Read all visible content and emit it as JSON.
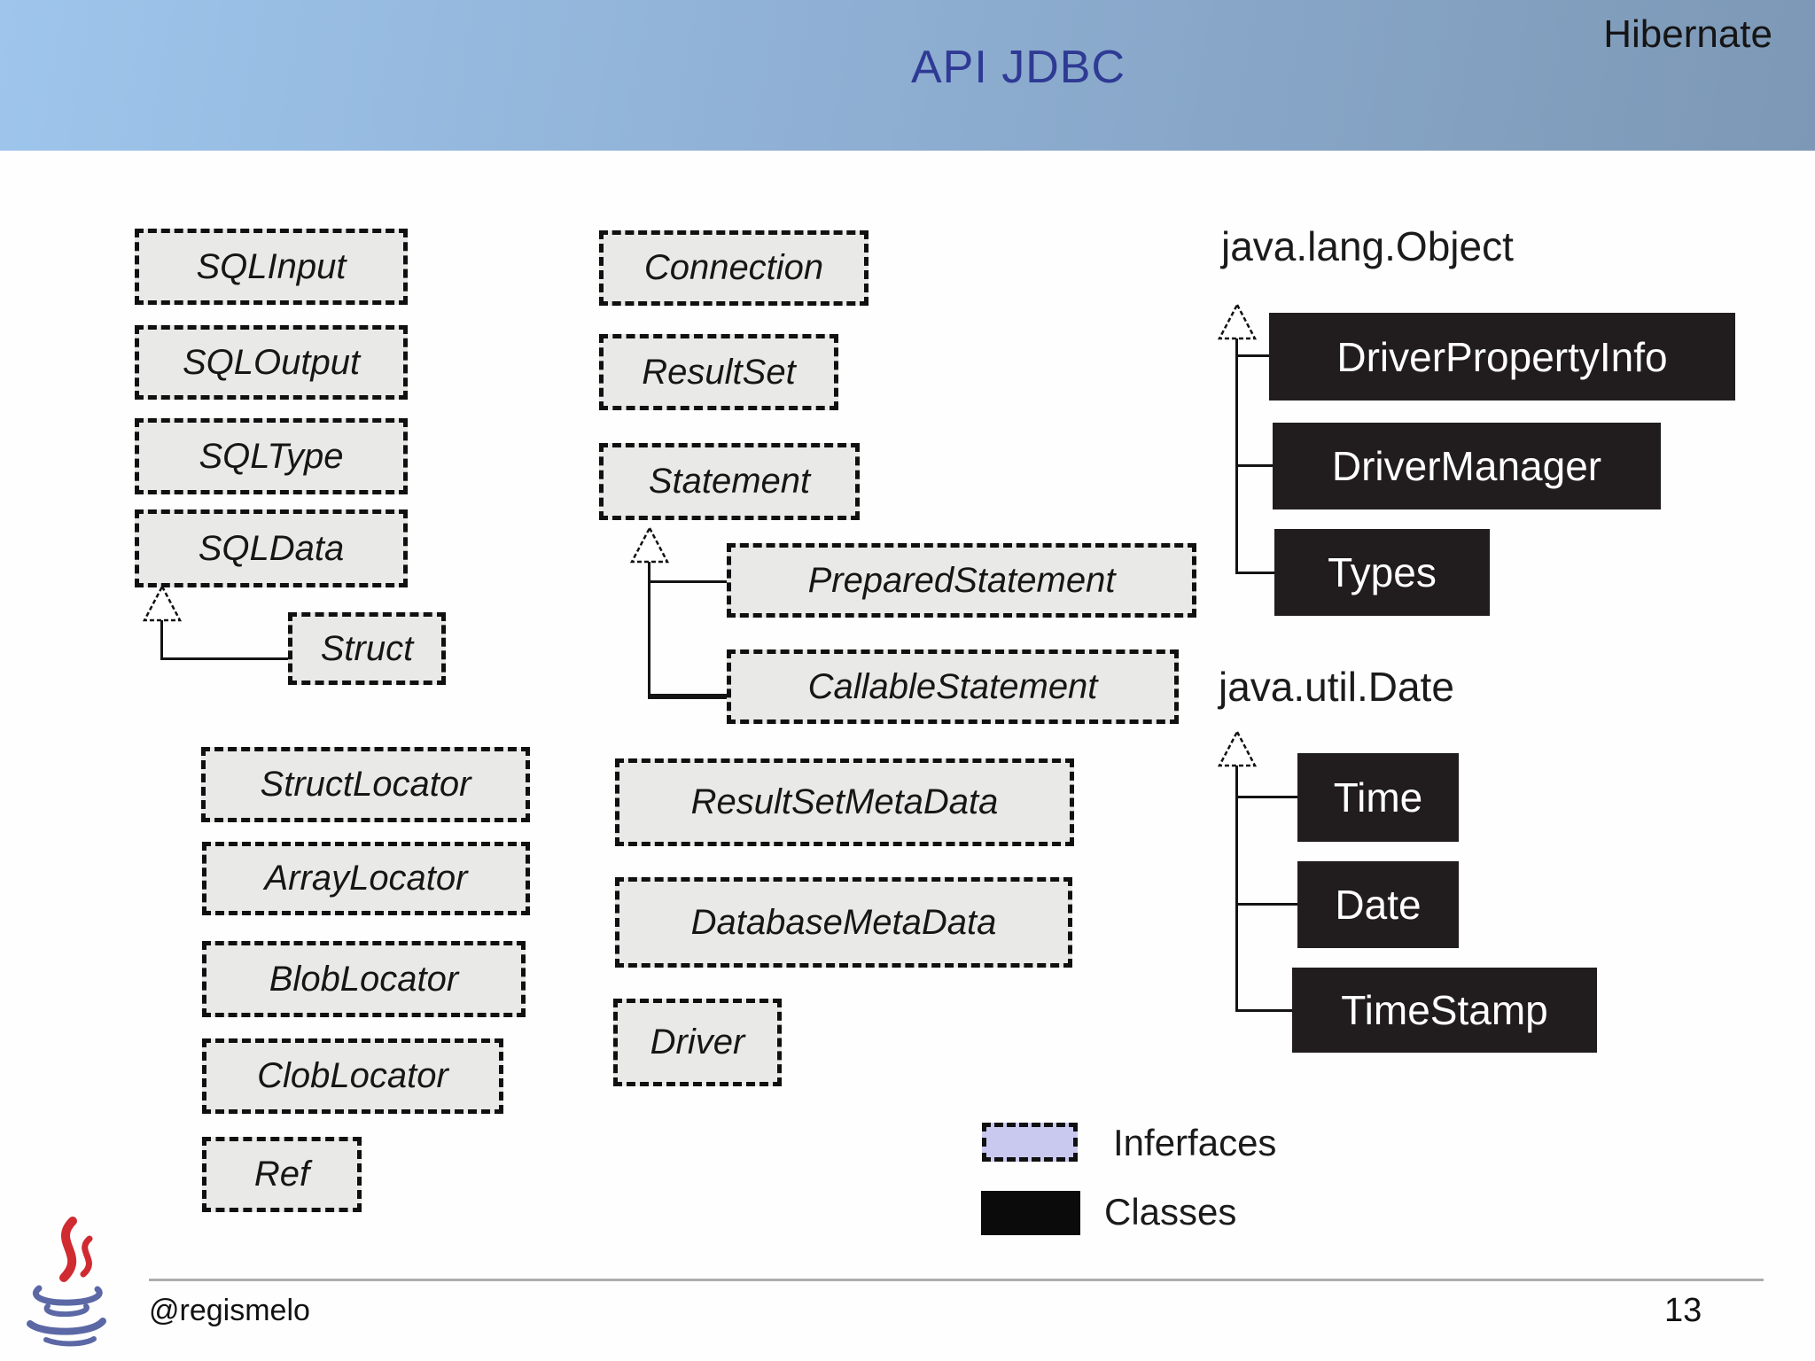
{
  "header": {
    "title": "API JDBC",
    "brand": "Hibernate"
  },
  "diagram": {
    "labels": {
      "java_lang_object": "java.lang.Object",
      "java_util_date": "java.util.Date"
    },
    "interfaces": {
      "sql_input": "SQLInput",
      "sql_output": "SQLOutput",
      "sql_type": "SQLType",
      "sql_data": "SQLData",
      "struct": "Struct",
      "struct_locator": "StructLocator",
      "array_locator": "ArrayLocator",
      "blob_locator": "BlobLocator",
      "clob_locator": "ClobLocator",
      "ref": "Ref",
      "connection": "Connection",
      "result_set": "ResultSet",
      "statement": "Statement",
      "prepared_statement": "PreparedStatement",
      "callable_statement": "CallableStatement",
      "result_set_meta_data": "ResultSetMetaData",
      "database_meta_data": "DatabaseMetaData",
      "driver": "Driver"
    },
    "classes": {
      "driver_property_info": "DriverPropertyInfo",
      "driver_manager": "DriverManager",
      "types": "Types",
      "time": "Time",
      "date": "Date",
      "time_stamp": "TimeStamp"
    }
  },
  "legend": {
    "interfaces_label": "Inferfaces",
    "classes_label": "Classes"
  },
  "footer": {
    "handle": "@regismelo",
    "page_number": "13"
  },
  "colors": {
    "interface_fill": "#e9e9e7",
    "class_fill": "#211d1e",
    "legend_interface_fill": "#c9c9ef",
    "title_color": "#2e3a94",
    "header_gradient_left": "#9ec5ec",
    "header_gradient_right": "#7d98b6"
  }
}
